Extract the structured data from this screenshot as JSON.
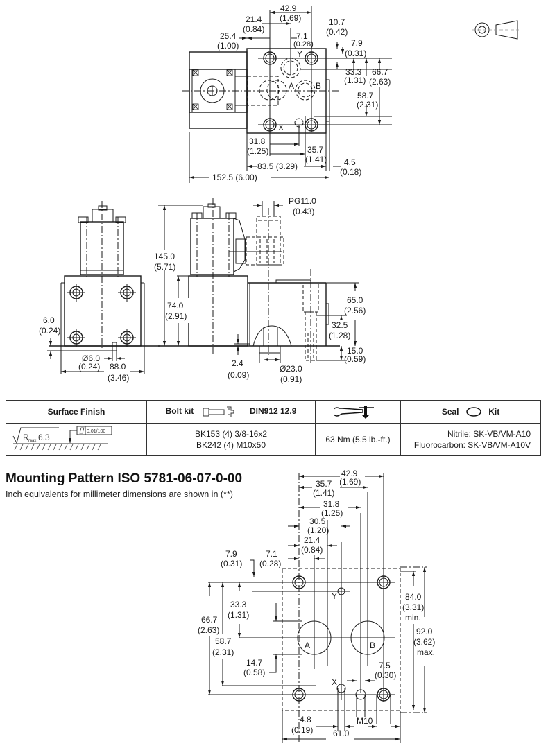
{
  "top_view": {
    "dims": {
      "d42_9": {
        "mm": "42.9",
        "in": "(1.69)"
      },
      "d21_4": {
        "mm": "21.4",
        "in": "(0.84)"
      },
      "d25_4": {
        "mm": "25.4",
        "in": "(1.00)"
      },
      "d7_1": {
        "mm": "7.1",
        "in": "(0.28)"
      },
      "d10_7": {
        "mm": "10.7",
        "in": "(0.42)"
      },
      "d7_9": {
        "mm": "7.9",
        "in": "(0.31)"
      },
      "d33_3": {
        "mm": "33.3",
        "in": "(1.31)"
      },
      "d66_7": {
        "mm": "66.7",
        "in": "(2.63)"
      },
      "d58_7": {
        "mm": "58.7",
        "in": "(2.31)"
      },
      "d31_8": {
        "mm": "31.8",
        "in": "(1.25)"
      },
      "d35_7": {
        "mm": "35.7",
        "in": "(1.41)"
      },
      "d83_5": "83.5 (3.29)",
      "d4_5": {
        "mm": "4.5",
        "in": "(0.18)"
      },
      "d152_5": "152.5 (6.00)"
    },
    "port_labels": {
      "y": "Y",
      "a": "A",
      "b": "B",
      "x": "X"
    }
  },
  "projection_symbol": "third-angle-projection-icon",
  "front_view": {
    "dims": {
      "d6_0": {
        "mm": "6.0",
        "in": "(0.24)"
      },
      "dia6_0": {
        "mm": "Ø6.0",
        "in": "(0.24)"
      },
      "d88_0": {
        "mm": "88.0",
        "in": "(3.46)"
      }
    }
  },
  "side_view": {
    "dims": {
      "d145_0": {
        "mm": "145.0",
        "in": "(5.71)"
      },
      "d74_0": {
        "mm": "74.0",
        "in": "(2.91)"
      },
      "pg11": {
        "mm": "PG11.0",
        "in": "(0.43)"
      },
      "d65_0": {
        "mm": "65.0",
        "in": "(2.56)"
      },
      "d32_5": {
        "mm": "32.5",
        "in": "(1.28)"
      },
      "d15_0": {
        "mm": "15.0",
        "in": "(0.59)"
      },
      "d2_4": {
        "mm": "2.4",
        "in": "(0.09)"
      },
      "dia23_0": {
        "mm": "Ø23.0",
        "in": "(0.91)"
      }
    }
  },
  "spec_table": {
    "headers": {
      "surface_finish": "Surface Finish",
      "bolt_kit": "Bolt kit",
      "bolt_standard": "DIN912 12.9",
      "torque_icon": "wrench-torque-icon",
      "seal": "Seal",
      "kit": "Kit"
    },
    "surface_finish": {
      "roughness_symbol": "R",
      "roughness_sub": "max",
      "roughness_value": "6.3",
      "flatness": "0.01/100"
    },
    "bolt_kits": [
      "BK153 (4) 3/8-16x2",
      "BK242 (4) M10x50"
    ],
    "torque": "63 Nm (5.5 lb.-ft.)",
    "seal_kits": [
      "Nitrile: SK-VB/VM-A10",
      "Fluorocarbon: SK-VB/VM-A10V"
    ]
  },
  "mounting_pattern": {
    "title": "Mounting Pattern ISO 5781-06-07-0-00",
    "subtitle": "Inch equivalents for millimeter dimensions are shown in (**)",
    "dims": {
      "d42_9": {
        "mm": "42.9",
        "in": "(1.69)"
      },
      "d35_7": {
        "mm": "35.7",
        "in": "(1.41)"
      },
      "d31_8": {
        "mm": "31.8",
        "in": "(1.25)"
      },
      "d30_5": {
        "mm": "30.5",
        "in": "(1.20)"
      },
      "d21_4": {
        "mm": "21.4",
        "in": "(0.84)"
      },
      "d7_9": {
        "mm": "7.9",
        "in": "(0.31)"
      },
      "d7_1": {
        "mm": "7.1",
        "in": "(0.28)"
      },
      "d33_3": {
        "mm": "33.3",
        "in": "(1.31)"
      },
      "d66_7": {
        "mm": "66.7",
        "in": "(2.63)"
      },
      "d58_7": {
        "mm": "58.7",
        "in": "(2.31)"
      },
      "d14_7": {
        "mm": "14.7",
        "in": "(0.58)"
      },
      "d84_0": {
        "mm": "84.0",
        "in": "(3.31)",
        "note": "min."
      },
      "d92_0": {
        "mm": "92.0",
        "in": "(3.62)",
        "note": "max."
      },
      "d7_5": {
        "mm": "7.5",
        "in": "(0.30)"
      },
      "d4_8": {
        "mm": "4.8",
        "in": "(0.19)"
      },
      "d61_0": "61.0",
      "m10": "M10"
    },
    "port_labels": {
      "y": "Y",
      "a": "A",
      "b": "B",
      "x": "X"
    }
  }
}
